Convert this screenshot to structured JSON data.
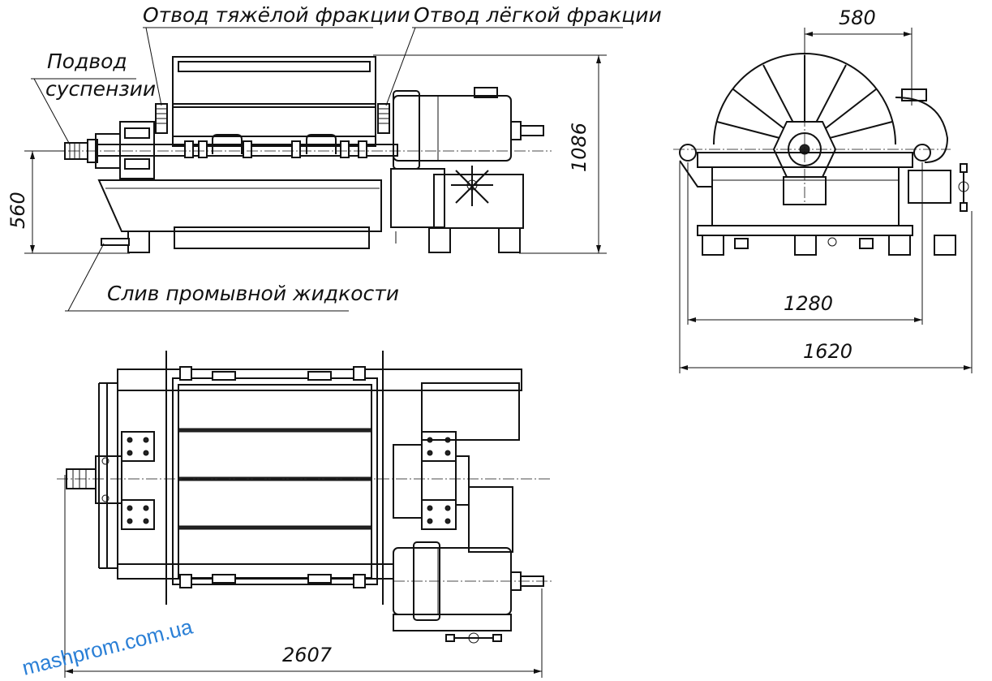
{
  "labels": {
    "heavy_outlet": "Отвод тяжёлой фракции",
    "light_outlet": "Отвод лёгкой фракции",
    "feed_line1": "Подвод",
    "feed_line2": "суспензии",
    "wash_drain": "Слив промывной жидкости"
  },
  "dimensions": {
    "front_height": "1086",
    "axis_height": "560",
    "side_top_width": "580",
    "side_base_width": "1280",
    "side_total_width": "1620",
    "plan_length": "2607"
  },
  "watermark": "mashprom.com.ua",
  "colors": {
    "line": "#111111",
    "watermark": "#2a7fd6"
  }
}
